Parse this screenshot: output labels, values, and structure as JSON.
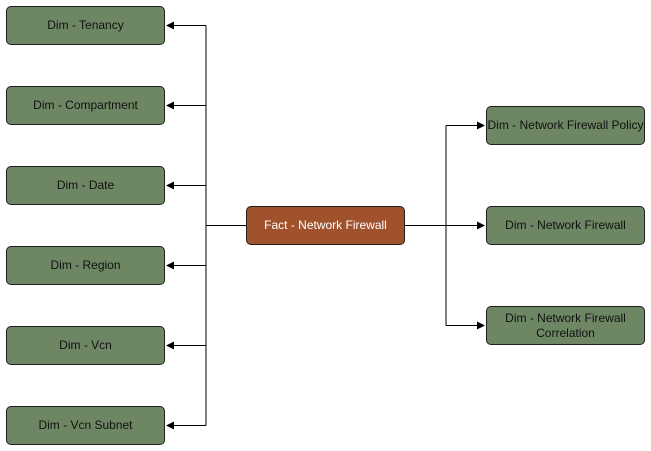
{
  "nodes": {
    "tenancy": "Dim - Tenancy",
    "compartment": "Dim - Compartment",
    "date": "Dim - Date",
    "region": "Dim - Region",
    "vcn": "Dim - Vcn",
    "vcn_subnet": "Dim - Vcn Subnet",
    "fact": "Fact - Network Firewall",
    "nf_policy": "Dim - Network Firewall Policy",
    "nf": "Dim - Network Firewall",
    "nf_correlation": "Dim - Network Firewall Correlation"
  },
  "colors": {
    "dimension_fill": "#6d8764",
    "fact_fill": "#a0522d",
    "line": "#000000"
  }
}
